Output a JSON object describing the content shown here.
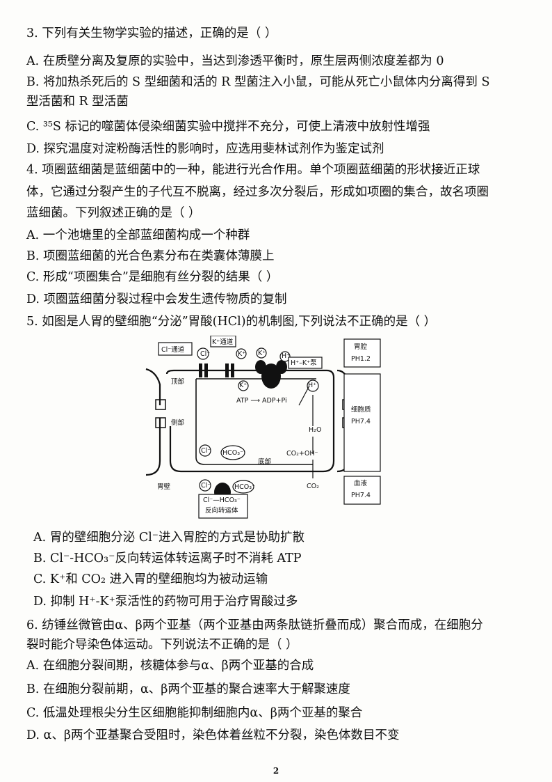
{
  "q3": {
    "stem": "3. 下列有关生物学实验的描述，正确的是（    ）",
    "a": "A. 在质壁分离及复原的实验中，当达到渗透平衡时，原生层两侧浓度差都为 0",
    "b1": "B. 将加热杀死后的 S 型细菌和活的 R 型菌注入小鼠，可能从死亡小鼠体内分离得到 S",
    "b2": "型活菌和 R 型活菌",
    "c": "C. ³⁵S 标记的噬菌体侵染细菌实验中搅拌不充分，可使上清液中放射性增强",
    "d": "D. 探究温度对淀粉酶活性的影响时，应选用斐林试剂作为鉴定试剂"
  },
  "q4": {
    "stem1": "4. 项圈蓝细菌是蓝细菌中的一种，能进行光合作用。单个项圈蓝细菌的形状接近正球",
    "stem2": "体，它通过分裂产生的子代互不脱离，经过多次分裂后，形成如项圈的集合，故名项圈",
    "stem3": "蓝细菌。下列叙述正确的是（      ）",
    "a": "A. 一个池塘里的全部蓝细菌构成一个种群",
    "b": "B. 项圈蓝细菌的光合色素分布在类囊体薄膜上",
    "c": "C. 形成“项圈集合”是细胞有丝分裂的结果（    ）",
    "d": "D. 项圈蓝细菌分裂过程中会发生遗传物质的复制"
  },
  "q5": {
    "stem": "5. 如图是人胃的壁细胞“分泌”胃酸(HCl)的机制图,下列说法不正确的是（    ）",
    "a": "A. 胃的壁细胞分泌 Cl⁻进入胃腔的方式是协助扩散",
    "b": "B. Cl⁻-HCO₃⁻反向转运体转运离子时不消耗 ATP",
    "c": "C.  K⁺和 CO₂ 进入胃的壁细胞均为被动运输",
    "d": "D. 抑制 H⁺-K⁺泵活性的药物可用于治疗胃酸过多"
  },
  "diagram": {
    "cl_channel": "Cl⁻通道",
    "k_channel": "K⁺通道",
    "hk_pump": "H⁺–K⁺泵",
    "cl": "Cl⁻",
    "k": "K⁺",
    "h": "H⁺",
    "atp": "ATP ⟶ ADP+Pi",
    "apical": "顶部",
    "lateral": "侧部",
    "basal": "底部",
    "h2o": "H₂O",
    "co2_oh": "CO₂+OH⁻",
    "co2": "CO₂",
    "hco3": "HCO₃⁻",
    "wall": "胃壁",
    "antiporter1": "Cl⁻—HCO₃⁻",
    "antiporter2": "反向转运体",
    "lumen": "胃腔",
    "lumen_ph": "PH1.2",
    "cytoplasm": "细胞质",
    "cytoplasm_ph": "PH7.4",
    "blood": "血液",
    "blood_ph": "PH7.4"
  },
  "q6": {
    "stem1": "6. 纺锤丝微管由α、β两个亚基（两个亚基由两条肽链折叠而成）聚合而成，在细胞分",
    "stem2": "裂时能介导染色体运动。下列说法不正确的是（    ）",
    "a": "A. 在细胞分裂间期，核糖体参与α、β两个亚基的合成",
    "b": "B. 在细胞分裂前期，α、β两个亚基的聚合速率大于解聚速度",
    "c": "C. 低温处理根尖分生区细胞能抑制细胞内α、β两个亚基的聚合",
    "d": "D. α、β两个亚基聚合受阻时，染色体着丝粒不分裂，染色体数目不变"
  },
  "page_number": "2"
}
